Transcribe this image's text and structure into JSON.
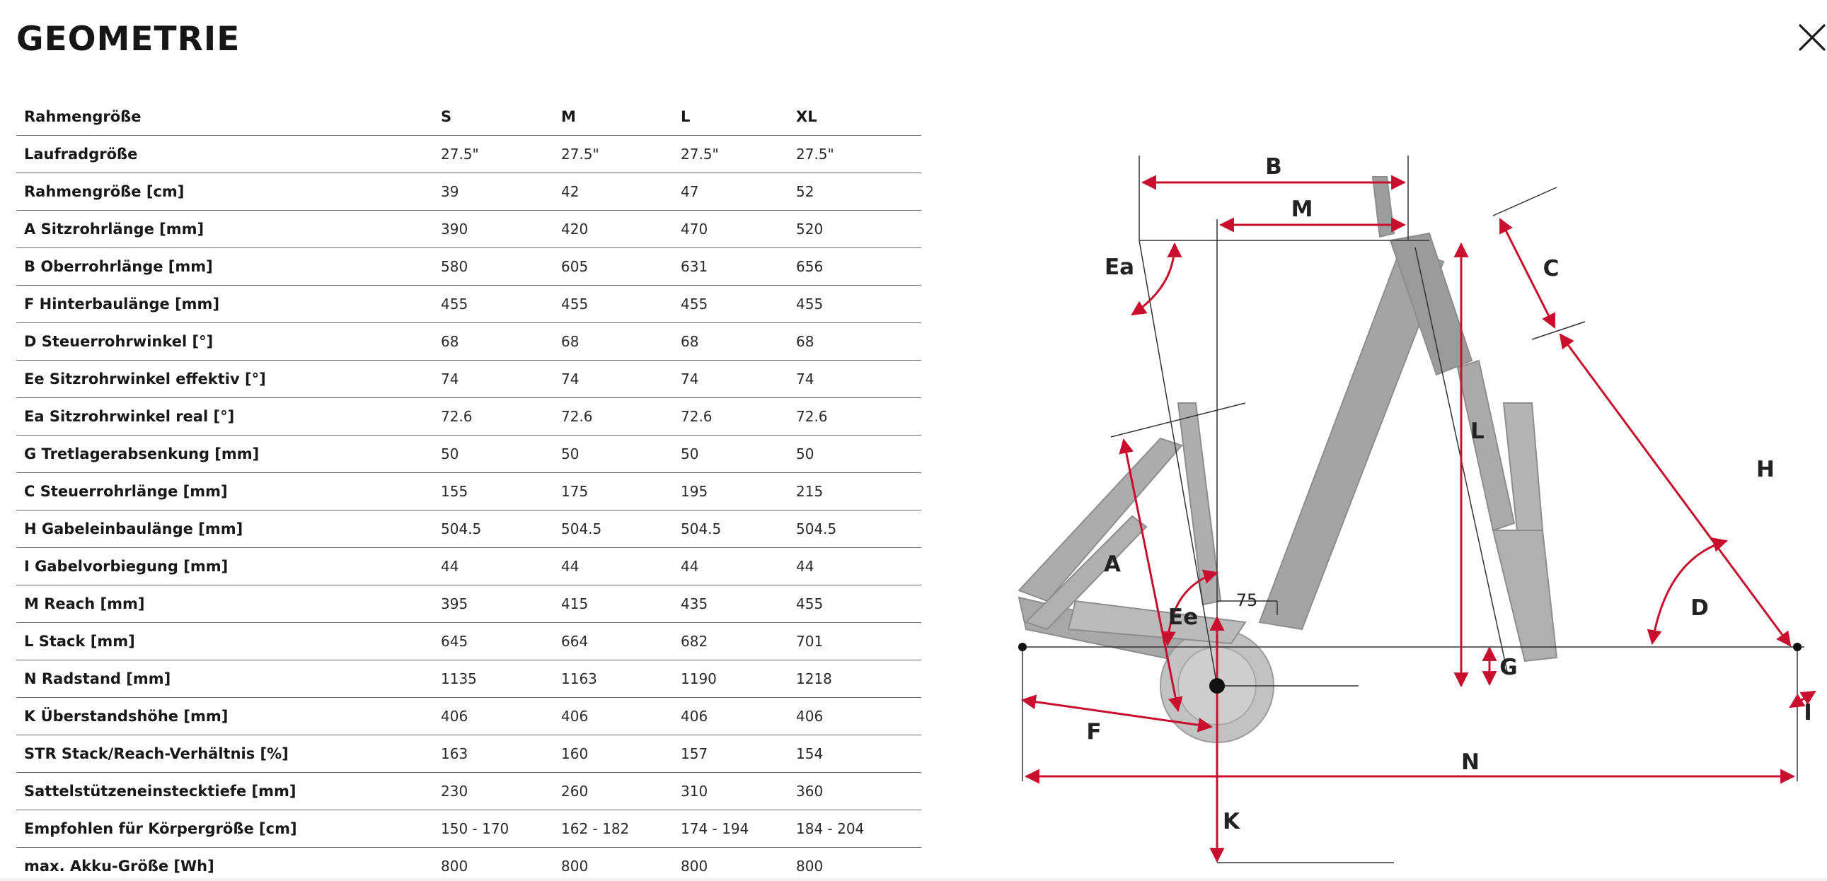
{
  "page": {
    "title": "GEOMETRIE"
  },
  "icons": {
    "close": "close-icon"
  },
  "colors": {
    "dimension_lines": "#c8102e",
    "frame": "#8c8c8c",
    "text": "#161616"
  },
  "table": {
    "headers": [
      "Rahmengröße",
      "S",
      "M",
      "L",
      "XL"
    ],
    "rows": [
      {
        "label": "Laufradgröße",
        "values": [
          "27.5\"",
          "27.5\"",
          "27.5\"",
          "27.5\""
        ]
      },
      {
        "label": "Rahmengröße [cm]",
        "values": [
          "39",
          "42",
          "47",
          "52"
        ]
      },
      {
        "label": "A Sitzrohrlänge [mm]",
        "values": [
          "390",
          "420",
          "470",
          "520"
        ]
      },
      {
        "label": "B Oberrohrlänge [mm]",
        "values": [
          "580",
          "605",
          "631",
          "656"
        ]
      },
      {
        "label": "F Hinterbaulänge [mm]",
        "values": [
          "455",
          "455",
          "455",
          "455"
        ]
      },
      {
        "label": "D Steuerrohrwinkel [°]",
        "values": [
          "68",
          "68",
          "68",
          "68"
        ]
      },
      {
        "label": "Ee Sitzrohrwinkel effektiv [°]",
        "values": [
          "74",
          "74",
          "74",
          "74"
        ]
      },
      {
        "label": "Ea Sitzrohrwinkel real [°]",
        "values": [
          "72.6",
          "72.6",
          "72.6",
          "72.6"
        ]
      },
      {
        "label": "G Tretlagerabsenkung [mm]",
        "values": [
          "50",
          "50",
          "50",
          "50"
        ]
      },
      {
        "label": "C Steuerrohrlänge [mm]",
        "values": [
          "155",
          "175",
          "195",
          "215"
        ]
      },
      {
        "label": "H Gabeleinbaulänge [mm]",
        "values": [
          "504.5",
          "504.5",
          "504.5",
          "504.5"
        ]
      },
      {
        "label": "I Gabelvorbiegung [mm]",
        "values": [
          "44",
          "44",
          "44",
          "44"
        ]
      },
      {
        "label": "M Reach [mm]",
        "values": [
          "395",
          "415",
          "435",
          "455"
        ]
      },
      {
        "label": "L Stack [mm]",
        "values": [
          "645",
          "664",
          "682",
          "701"
        ]
      },
      {
        "label": "N Radstand [mm]",
        "values": [
          "1135",
          "1163",
          "1190",
          "1218"
        ]
      },
      {
        "label": "K Überstandshöhe [mm]",
        "values": [
          "406",
          "406",
          "406",
          "406"
        ]
      },
      {
        "label": "STR Stack/Reach-Verhältnis [%]",
        "values": [
          "163",
          "160",
          "157",
          "154"
        ]
      },
      {
        "label": "Sattelstützeneinstecktiefe [mm]",
        "values": [
          "230",
          "260",
          "310",
          "360"
        ]
      },
      {
        "label": "Empfohlen für Körpergröße [cm]",
        "values": [
          "150 - 170",
          "162 - 182",
          "174 - 194",
          "184 - 204"
        ]
      },
      {
        "label": "max. Akku-Größe [Wh]",
        "values": [
          "800",
          "800",
          "800",
          "800"
        ]
      }
    ]
  },
  "diagram": {
    "labels": {
      "B": "B",
      "M": "M",
      "Ea": "Ea",
      "C": "C",
      "L": "L",
      "H": "H",
      "A": "A",
      "Ee": "Ee",
      "seat_offset": "75",
      "D": "D",
      "G": "G",
      "F": "F",
      "N": "N",
      "I": "I",
      "K": "K"
    }
  }
}
